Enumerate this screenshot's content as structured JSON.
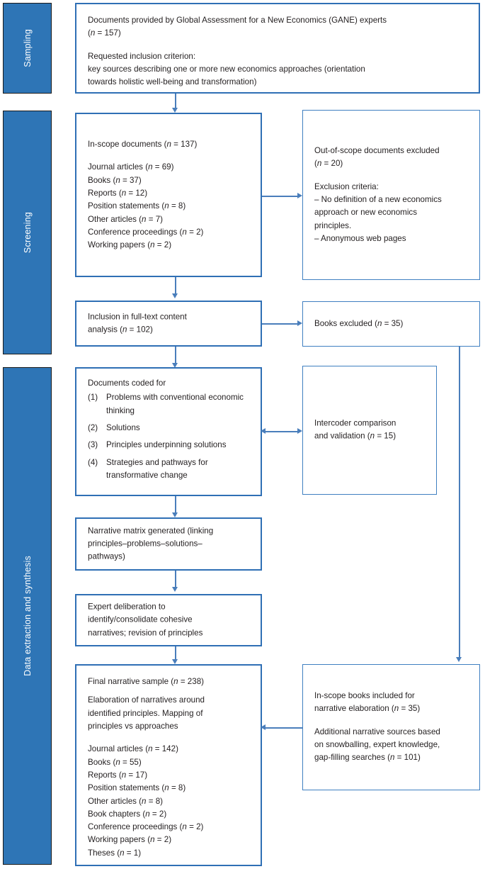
{
  "figure": {
    "type": "flowchart",
    "accent_color": "#2e75b6",
    "connector_color": "#4a7ebb",
    "box_border_color": "#3f7fc1"
  },
  "stages": [
    {
      "label": "Sampling"
    },
    {
      "label": "Screening"
    },
    {
      "label": "Data extraction and synthesis"
    }
  ],
  "boxes": {
    "sampling_source": {
      "line1": "Documents provided by Global Assessment for a New Economics (GANE) experts",
      "line2_pre": "(",
      "line2_italic": "n",
      "line2_post": " = 157)",
      "line3": "Requested inclusion criterion:",
      "line4": "key sources describing one or more new economics approaches (orientation",
      "line5": "towards holistic well-being and transformation)"
    },
    "in_scope": {
      "heading_pre": "In-scope documents (",
      "heading_italic": "n",
      "heading_post": " = 137)",
      "items": [
        {
          "label": "Journal articles (",
          "n": "n",
          "value": " = 69)"
        },
        {
          "label": "Books (",
          "n": "n",
          "value": " = 37)"
        },
        {
          "label": "Reports (",
          "n": "n",
          "value": " = 12)"
        },
        {
          "label": "Position statements (",
          "n": "n",
          "value": " = 8)"
        },
        {
          "label": "Other articles (",
          "n": "n",
          "value": " = 7)"
        },
        {
          "label": "Conference proceedings (",
          "n": "n",
          "value": " = 2)"
        },
        {
          "label": "Working papers (",
          "n": "n",
          "value": " = 2)"
        }
      ]
    },
    "out_of_scope": {
      "line1": "Out-of-scope documents excluded",
      "line2_pre": "(",
      "line2_italic": "n",
      "line2_post": " = 20)",
      "criteria_heading": "Exclusion criteria:",
      "criteria": [
        "– No definition of a new economics",
        "approach or new economics",
        "principles.",
        "– Anonymous web pages"
      ]
    },
    "inclusion_fulltext": {
      "line1": "Inclusion in full-text content",
      "line2_pre": "analysis (",
      "line2_italic": "n",
      "line2_post": " = 102)"
    },
    "books_excluded": {
      "line1_pre": "Books excluded (",
      "line1_italic": "n",
      "line1_post": " = 35)"
    },
    "coded_for": {
      "heading": "Documents coded for",
      "items": [
        {
          "num": "(1)",
          "text": "Problems with conventional economic thinking"
        },
        {
          "num": "(2)",
          "text": "Solutions"
        },
        {
          "num": "(3)",
          "text": "Principles underpinning solutions"
        },
        {
          "num": "(4)",
          "text": "Strategies and pathways for transformative change"
        }
      ]
    },
    "intercoder": {
      "line1": "Intercoder comparison",
      "line2_pre": "and validation (",
      "line2_italic": "n",
      "line2_post": " = 15)"
    },
    "narrative_matrix": {
      "line1": "Narrative matrix generated (linking",
      "line2": "principles–problems–solutions–",
      "line3": "pathways)"
    },
    "expert_deliberation": {
      "line1": "Expert deliberation to",
      "line2": "identify/consolidate cohesive",
      "line3": "narratives; revision of principles"
    },
    "final_sample": {
      "heading_pre": "Final narrative sample (",
      "heading_italic": "n",
      "heading_post": " = 238)",
      "para1": "Elaboration of narratives around",
      "para2": "identified principles. Mapping of",
      "para3": "principles vs approaches",
      "items": [
        {
          "label": "Journal articles (",
          "n": "n",
          "value": " = 142)"
        },
        {
          "label": "Books (",
          "n": "n",
          "value": " = 55)"
        },
        {
          "label": "Reports (",
          "n": "n",
          "value": " = 17)"
        },
        {
          "label": "Position statements (",
          "n": "n",
          "value": " = 8)"
        },
        {
          "label": "Other articles (",
          "n": "n",
          "value": " = 8)"
        },
        {
          "label": "Book chapters (",
          "n": "n",
          "value": " = 2)"
        },
        {
          "label": "Conference proceedings (",
          "n": "n",
          "value": " = 2)"
        },
        {
          "label": "Working papers (",
          "n": "n",
          "value": " = 2)"
        },
        {
          "label": "Theses (",
          "n": "n",
          "value": " = 1)"
        }
      ]
    },
    "books_included": {
      "line1": "In-scope books included for",
      "line2_pre": "narrative elaboration (",
      "line2_italic": "n",
      "line2_post": " = 35)",
      "line3": "Additional narrative sources based",
      "line4": "on snowballing, expert knowledge,",
      "line5_pre": "gap-filling searches (",
      "line5_italic": "n",
      "line5_post": " = 101)"
    }
  }
}
